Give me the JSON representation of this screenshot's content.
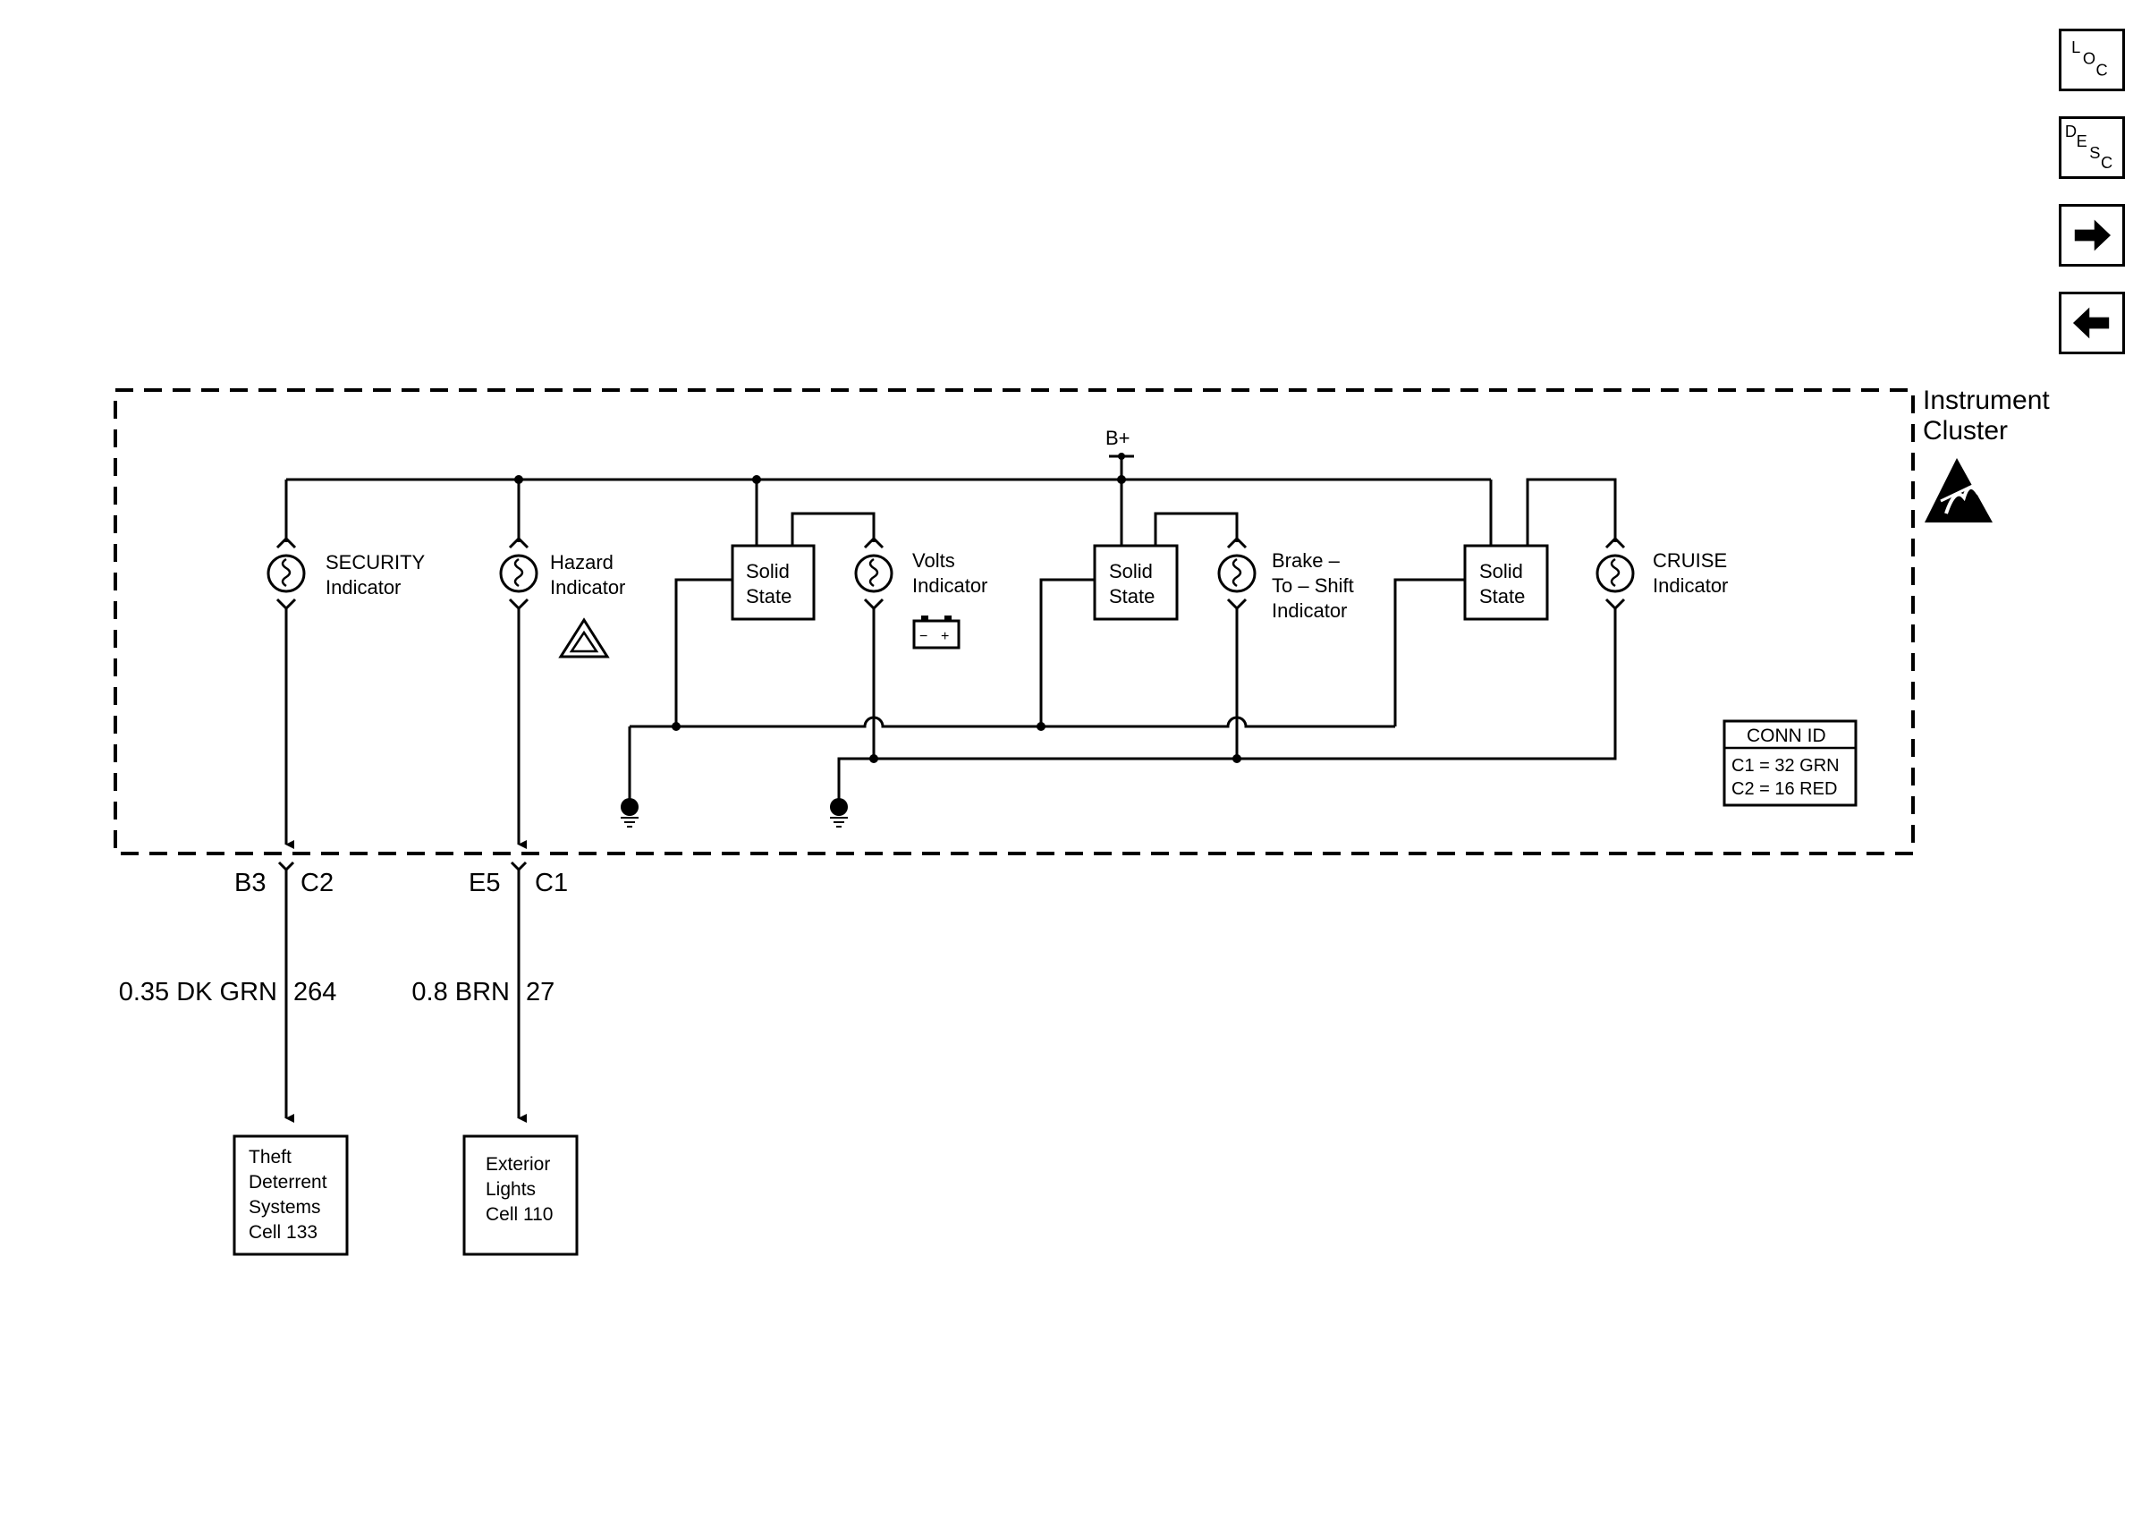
{
  "buttons": {
    "loc": {
      "l1": "L",
      "l2": "O",
      "l3": "C",
      "icon": "loc-icon"
    },
    "desc": {
      "l1": "D",
      "l2": "E",
      "l3": "S",
      "l4": "C",
      "icon": "desc-icon"
    },
    "next": {
      "icon": "arrow-right-icon"
    },
    "prev": {
      "icon": "arrow-left-icon"
    }
  },
  "cluster": {
    "line1": "Instrument",
    "line2": "Cluster",
    "esd_icon": "esd-warning-icon"
  },
  "power": {
    "label": "B+"
  },
  "indicators": {
    "security": {
      "line1": "SECURITY",
      "line2": "Indicator"
    },
    "hazard": {
      "line1": "Hazard",
      "line2": "Indicator",
      "icon": "hazard-triangle-icon"
    },
    "volts": {
      "line1": "Volts",
      "line2": "Indicator",
      "icon": "battery-icon",
      "minus": "−",
      "plus": "+"
    },
    "brake": {
      "line1": "Brake –",
      "line2": "To – Shift",
      "line3": "Indicator"
    },
    "cruise": {
      "line1": "CRUISE",
      "line2": "Indicator"
    }
  },
  "solid_state": {
    "line1": "Solid",
    "line2": "State"
  },
  "conn_id": {
    "title": "CONN ID",
    "c1": "C1 = 32 GRN",
    "c2": "C2 = 16 RED"
  },
  "connectors": {
    "left": {
      "pin": "B3",
      "conn": "C2"
    },
    "right": {
      "pin": "E5",
      "conn": "C1"
    }
  },
  "wires": {
    "left": {
      "spec": "0.35 DK GRN",
      "circuit": "264"
    },
    "right": {
      "spec": "0.8 BRN",
      "circuit": "27"
    }
  },
  "destinations": {
    "theft": {
      "l1": "Theft",
      "l2": "Deterrent",
      "l3": "Systems",
      "l4": "Cell 133"
    },
    "exterior": {
      "l1": "Exterior",
      "l2": "Lights",
      "l3": "Cell 110"
    }
  },
  "colors": {
    "ink": "#000000",
    "background": "#ffffff"
  }
}
